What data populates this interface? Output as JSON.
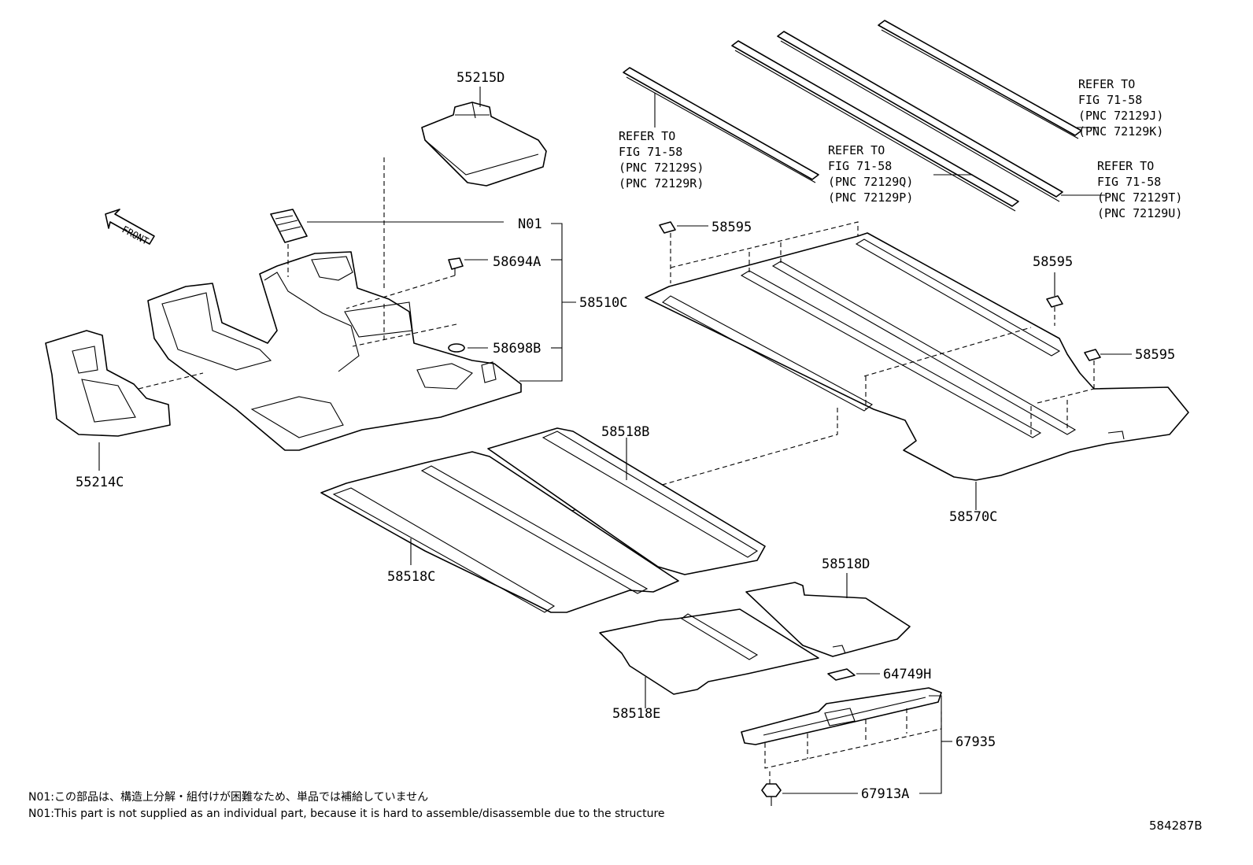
{
  "labels": {
    "p55215D": "55215D",
    "pN01": "N01",
    "p58694A": "58694A",
    "p58510C": "58510C",
    "p58698B": "58698B",
    "p55214C": "55214C",
    "p58518B": "58518B",
    "p58518C": "58518C",
    "p58518D": "58518D",
    "p58518E": "58518E",
    "p58595a": "58595",
    "p58595b": "58595",
    "p58595c": "58595",
    "p58570C": "58570C",
    "p64749H": "64749H",
    "p67935": "67935",
    "p67913A": "67913A",
    "front": "FRONT"
  },
  "refs": {
    "r1": {
      "l1": "REFER TO",
      "l2": "FIG 71-58",
      "l3": "(PNC 72129S)",
      "l4": "(PNC 72129R)"
    },
    "r2": {
      "l1": "REFER TO",
      "l2": "FIG 71-58",
      "l3": "(PNC 72129Q)",
      "l4": "(PNC 72129P)"
    },
    "r3": {
      "l1": "REFER TO",
      "l2": "FIG 71-58",
      "l3": "(PNC 72129J)",
      "l4": "(PNC 72129K)"
    },
    "r4": {
      "l1": "REFER TO",
      "l2": "FIG 71-58",
      "l3": "(PNC 72129T)",
      "l4": "(PNC 72129U)"
    }
  },
  "notes": {
    "jp": "N01:この部品は、構造上分解・組付けが困難なため、単品では補給していません",
    "en": "N01:This part is not supplied as an individual part, because it is hard to assemble/disassemble due to the structure"
  },
  "figure_number": "584287B"
}
